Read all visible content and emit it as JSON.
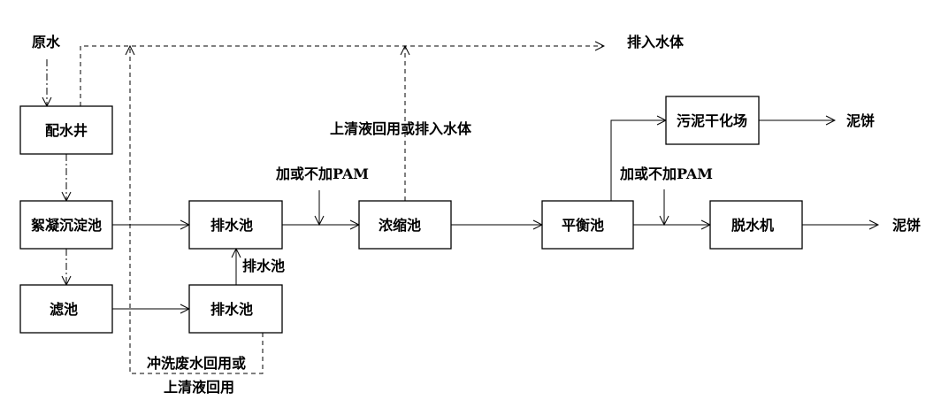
{
  "nodes": {
    "distribution_well": "配水井",
    "coag_sed_tank": "絮凝沉淀池",
    "filter": "滤池",
    "drain_tank_1": "排水池",
    "drain_tank_2": "排水池",
    "thickener": "浓缩池",
    "balance_tank": "平衡池",
    "dewatering_machine": "脱水机",
    "sludge_drying_bed": "污泥干化场"
  },
  "labels": {
    "raw_water": "原水",
    "discharge_to_water_body": "排入水体",
    "supernatant_reuse_or_discharge": "上清液回用或排入水体",
    "pam_1": "加或不加PAM",
    "pam_2": "加或不加PAM",
    "drain_tank_link": "排水池",
    "washwater_reuse_line1": "冲洗废水回用或",
    "washwater_reuse_line2": "上清液回用",
    "sludge_cake_1": "泥饼",
    "sludge_cake_2": "泥饼"
  }
}
